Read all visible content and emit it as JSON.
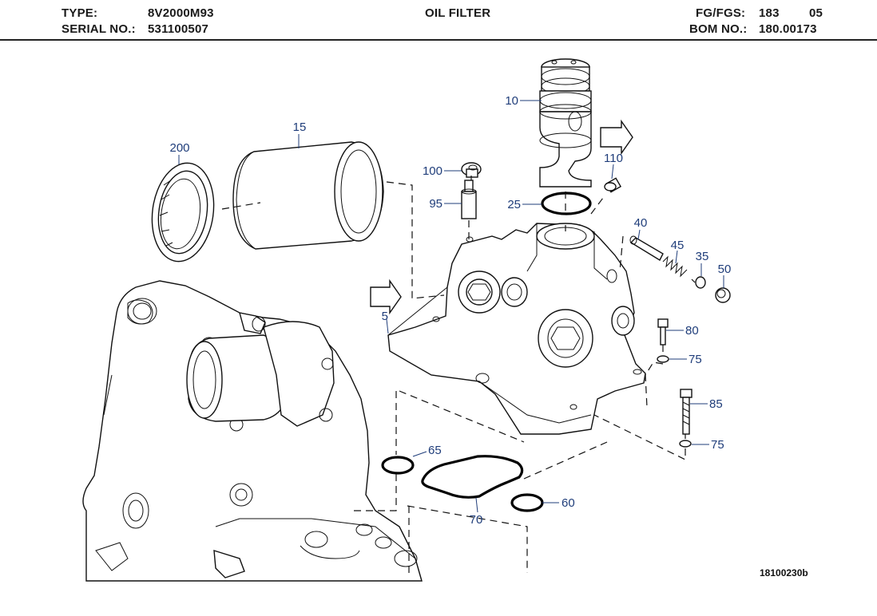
{
  "header": {
    "type_label": "TYPE:",
    "type_value": "8V2000M93",
    "serial_label": "SERIAL NO.:",
    "serial_value": "531100507",
    "title": "OIL FILTER",
    "fgfgs_label": "FG/FGS:",
    "fgfgs_value": "183",
    "fgfgs_sheet": "05",
    "bom_label": "BOM NO.:",
    "bom_value": "180.00173"
  },
  "callouts": [
    {
      "id": "5",
      "label": "5"
    },
    {
      "id": "10",
      "label": "10"
    },
    {
      "id": "15",
      "label": "15"
    },
    {
      "id": "25",
      "label": "25"
    },
    {
      "id": "35",
      "label": "35"
    },
    {
      "id": "40",
      "label": "40"
    },
    {
      "id": "45",
      "label": "45"
    },
    {
      "id": "50",
      "label": "50"
    },
    {
      "id": "60",
      "label": "60"
    },
    {
      "id": "65",
      "label": "65"
    },
    {
      "id": "70",
      "label": "70"
    },
    {
      "id": "75a",
      "label": "75"
    },
    {
      "id": "75b",
      "label": "75"
    },
    {
      "id": "80",
      "label": "80"
    },
    {
      "id": "85",
      "label": "85"
    },
    {
      "id": "95",
      "label": "95"
    },
    {
      "id": "100",
      "label": "100"
    },
    {
      "id": "110",
      "label": "110"
    },
    {
      "id": "200",
      "label": "200"
    }
  ],
  "drawing_id": "18100230b",
  "colors": {
    "callout": "#1f3d7a",
    "line": "#111111"
  }
}
